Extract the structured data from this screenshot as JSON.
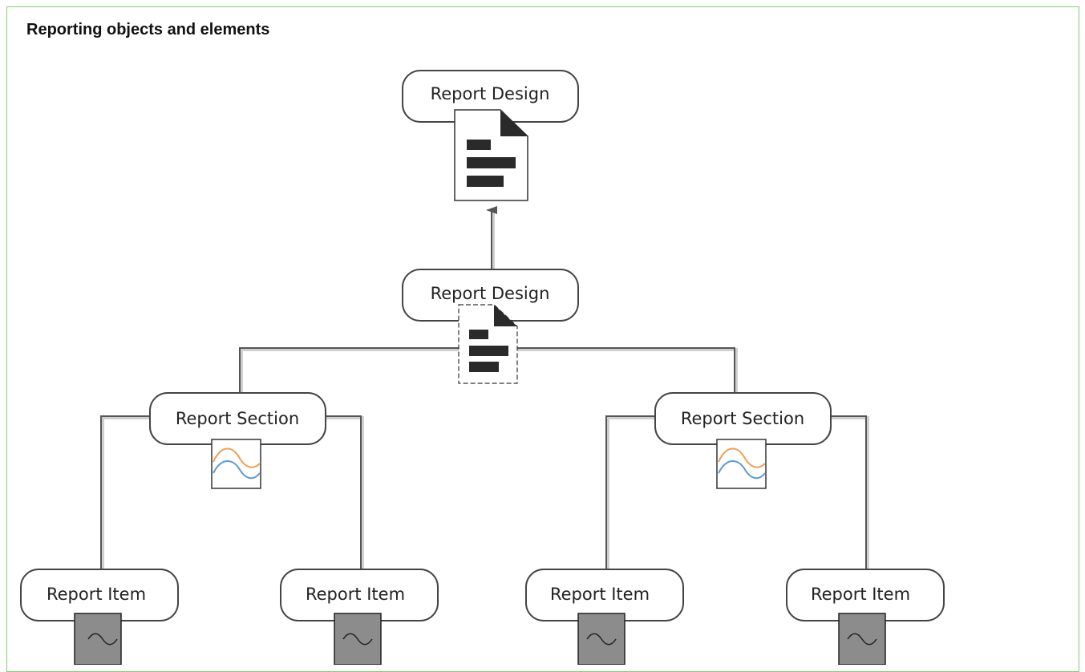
{
  "title": "Reporting objects and elements",
  "nodes": {
    "top_design": "Report Design",
    "mid_design": "Report Design",
    "section_left": "Report Section",
    "section_right": "Report Section",
    "item_1": "Report Item",
    "item_2": "Report Item",
    "item_3": "Report Item",
    "item_4": "Report Item"
  },
  "colors": {
    "frame": "#7fcf6a",
    "node_border": "#444444",
    "connector": "#555555",
    "connector_shadow": "#cfcfcf",
    "doc_bars": "#2a2a2a",
    "item_fill": "#8c8c8c",
    "wave_orange": "#f0a050",
    "wave_blue": "#5b9bd5"
  },
  "icons": {
    "document": "document-icon",
    "chart": "line-chart-icon",
    "item": "wave-icon"
  }
}
